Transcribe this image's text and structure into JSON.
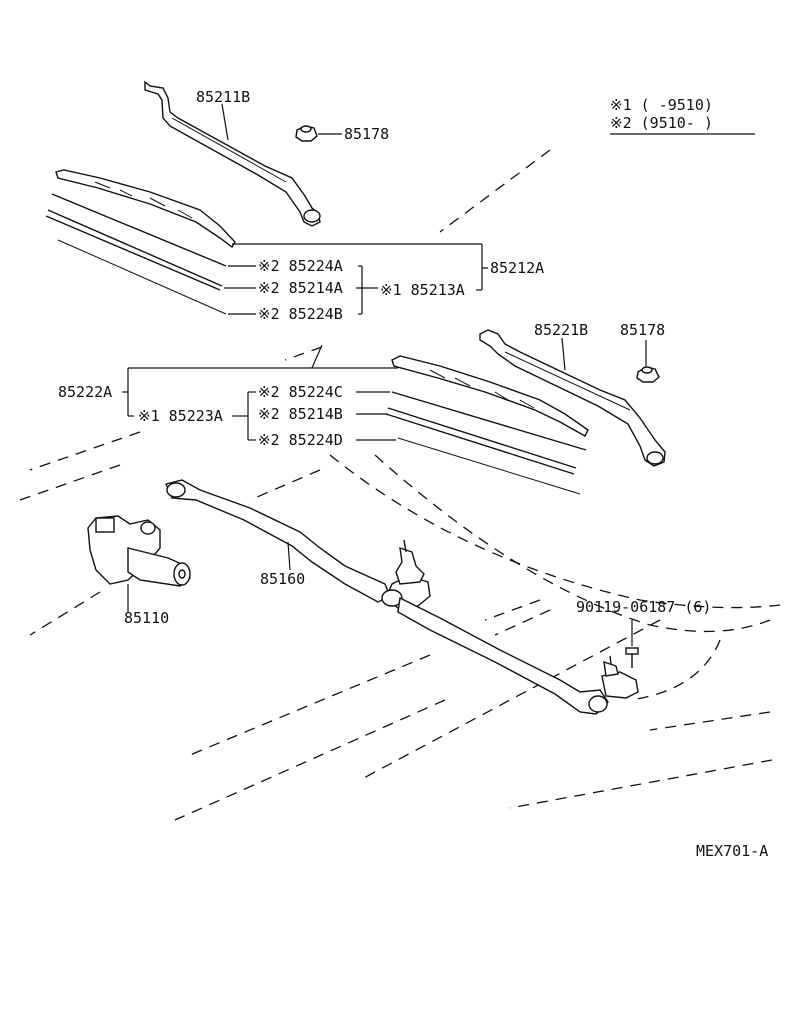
{
  "legend": {
    "row1": "※1 (     -9510)",
    "row2": "※2 (9510-     )"
  },
  "labels": {
    "p85211B": "85211B",
    "p85178_top": "85178",
    "p85224A": "※2 85224A",
    "p85214A": "※2 85214A",
    "p85224B": "※2 85224B",
    "p85213A": "※1 85213A",
    "p85212A": "85212A",
    "p85221B": "85221B",
    "p85178_right": "85178",
    "p85222A": "85222A",
    "p85223A": "※1 85223A",
    "p85224C": "※2 85224C",
    "p85214B": "※2 85214B",
    "p85224D": "※2 85224D",
    "p85160": "85160",
    "p85110": "85110",
    "p90119": "90119-06187 (6)"
  },
  "diagram_code": "MEX701-A"
}
